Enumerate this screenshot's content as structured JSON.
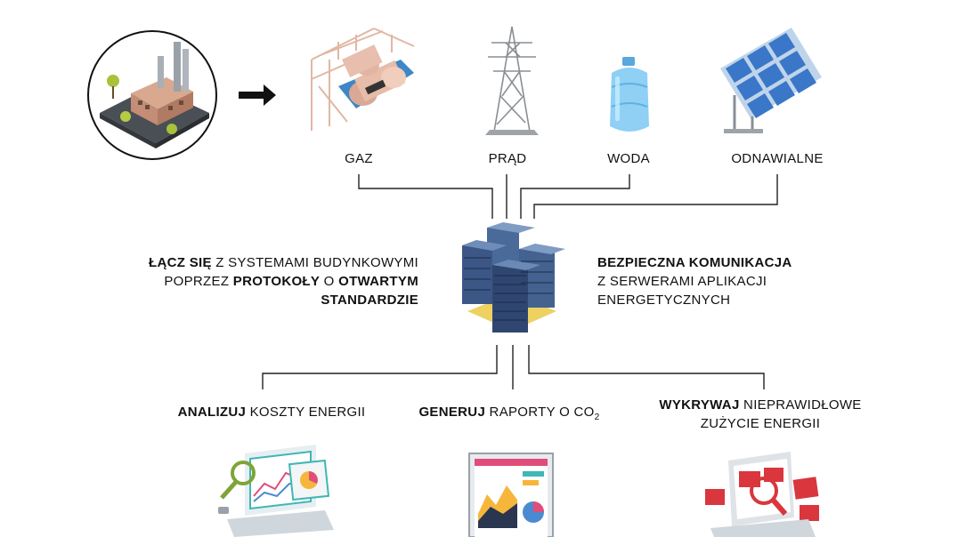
{
  "utilities": {
    "gas": "GAZ",
    "power": "PRĄD",
    "water": "WODA",
    "renewables": "ODNAWIALNE"
  },
  "left_block": {
    "l1_bold": "ŁĄCZ SIĘ",
    "l1_rest": " Z SYSTEMAMI BUDYNKOWYMI",
    "l2_pre": "POPRZEZ ",
    "l2_bold1": "PROTOKOŁY",
    "l2_mid": " O ",
    "l2_bold2": "OTWARTYM",
    "l3_bold": "STANDARDZIE"
  },
  "right_block": {
    "l1_bold": "BEZPIECZNA KOMUNIKACJA",
    "l2": "Z SERWERAMI APLIKACJI",
    "l3": "ENERGETYCZNYCH"
  },
  "bottom": {
    "analyze_bold": "ANALIZUJ",
    "analyze_rest": " KOSZTY ENERGII",
    "generate_bold": "GENERUJ",
    "generate_rest": " RAPORTY O CO",
    "generate_sub": "2",
    "detect_bold": "WYKRYWAJ",
    "detect_rest": " NIEPRAWIDŁOWE",
    "detect_l2": "ZUŻYCIE ENERGII"
  },
  "icons": {
    "factory": "factory-icon",
    "arrow": "arrow-right-icon",
    "gas_tanks": "gas-tanks-icon",
    "pylon": "power-pylon-icon",
    "water_bottle": "water-bottle-icon",
    "solar": "solar-panel-icon",
    "servers": "server-rack-icon",
    "laptop_analytics": "laptop-analytics-icon",
    "monitor_report": "monitor-report-icon",
    "laptop_alert": "laptop-alert-icon"
  },
  "colors": {
    "line": "#222222",
    "server_blue": "#4a6a9a",
    "solar_blue": "#3a77c8",
    "water_blue": "#7fc3ee",
    "gas_pink": "#e8b9a8",
    "alert_red": "#d9363e"
  }
}
